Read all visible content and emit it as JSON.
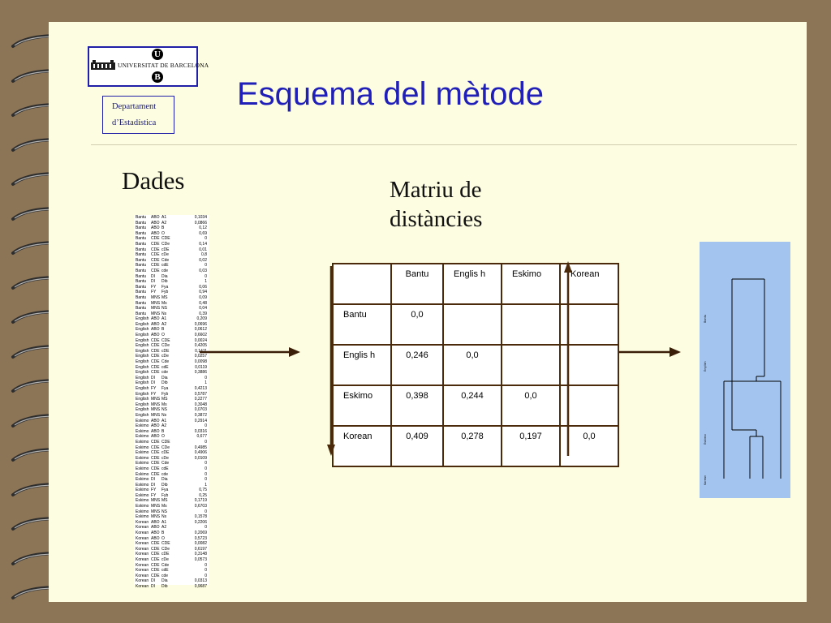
{
  "header": {
    "logo": {
      "university_name": "UNIVERSITAT DE BARCELONA",
      "letter_top": "U",
      "letter_bottom": "B"
    },
    "department": {
      "line1": "Departament",
      "line2": "d’Estadística"
    },
    "title": "Esquema del mètode"
  },
  "colors": {
    "background": "#8c7457",
    "paper": "#fdfde1",
    "title": "#2020b8",
    "dendrogram_panel": "#a3c4ee"
  },
  "data_section": {
    "heading": "Dades",
    "rows": [
      [
        "Bantu",
        "ABO",
        "A1",
        "0,1034"
      ],
      [
        "Bantu",
        "ABO",
        "A2",
        "0,0866"
      ],
      [
        "Bantu",
        "ABO",
        "B",
        "0,12"
      ],
      [
        "Bantu",
        "ABO",
        "O",
        "0,69"
      ],
      [
        "Bantu",
        "CDE",
        "CDE",
        "0"
      ],
      [
        "Bantu",
        "CDE",
        "CDe",
        "0,14"
      ],
      [
        "Bantu",
        "CDE",
        "cDE",
        "0,01"
      ],
      [
        "Bantu",
        "CDE",
        "cDe",
        "0,8"
      ],
      [
        "Bantu",
        "CDE",
        "Cde",
        "0,02"
      ],
      [
        "Bantu",
        "CDE",
        "cdE",
        "0"
      ],
      [
        "Bantu",
        "CDE",
        "cde",
        "0,03"
      ],
      [
        "Bantu",
        "DI",
        "Dia",
        "0"
      ],
      [
        "Bantu",
        "DI",
        "Dib",
        "1"
      ],
      [
        "Bantu",
        "FY",
        "Fya",
        "0,06"
      ],
      [
        "Bantu",
        "FY",
        "Fyb",
        "0,94"
      ],
      [
        "Bantu",
        "MNS",
        "MS",
        "0,09"
      ],
      [
        "Bantu",
        "MNS",
        "Ms",
        "0,48"
      ],
      [
        "Bantu",
        "MNS",
        "NS",
        "0,04"
      ],
      [
        "Bantu",
        "MNS",
        "Ns",
        "0,39"
      ],
      [
        "English",
        "ABO",
        "A1",
        "0,209"
      ],
      [
        "English",
        "ABO",
        "A2",
        "0,0696"
      ],
      [
        "English",
        "ABO",
        "B",
        "0,0612"
      ],
      [
        "English",
        "ABO",
        "O",
        "0,6602"
      ],
      [
        "English",
        "CDE",
        "CDE",
        "0,0024"
      ],
      [
        "English",
        "CDE",
        "CDe",
        "0,4205"
      ],
      [
        "English",
        "CDE",
        "cDE",
        "0,1411"
      ],
      [
        "English",
        "CDE",
        "cDe",
        "0,0257"
      ],
      [
        "English",
        "CDE",
        "Cde",
        "0,0098"
      ],
      [
        "English",
        "CDE",
        "cdE",
        "0,0119"
      ],
      [
        "English",
        "CDE",
        "cde",
        "0,3886"
      ],
      [
        "English",
        "DI",
        "Dia",
        "0"
      ],
      [
        "English",
        "DI",
        "Dib",
        "1"
      ],
      [
        "English",
        "FY",
        "Fya",
        "0,4213"
      ],
      [
        "English",
        "FY",
        "Fyb",
        "0,5787"
      ],
      [
        "English",
        "MNS",
        "MS",
        "0,2277"
      ],
      [
        "English",
        "MNS",
        "Ms",
        "0,3048"
      ],
      [
        "English",
        "MNS",
        "NS",
        "0,0703"
      ],
      [
        "English",
        "MNS",
        "Ns",
        "0,3872"
      ],
      [
        "Eskimo",
        "ABO",
        "A1",
        "0,2914"
      ],
      [
        "Eskimo",
        "ABO",
        "A2",
        "0"
      ],
      [
        "Eskimo",
        "ABO",
        "B",
        "0,0316"
      ],
      [
        "Eskimo",
        "ABO",
        "O",
        "0,677"
      ],
      [
        "Eskimo",
        "CDE",
        "CDE",
        "0"
      ],
      [
        "Eskimo",
        "CDE",
        "CDe",
        "0,4985"
      ],
      [
        "Eskimo",
        "CDE",
        "cDE",
        "0,4906"
      ],
      [
        "Eskimo",
        "CDE",
        "cDe",
        "0,0109"
      ],
      [
        "Eskimo",
        "CDE",
        "Cde",
        "0"
      ],
      [
        "Eskimo",
        "CDE",
        "cdE",
        "0"
      ],
      [
        "Eskimo",
        "CDE",
        "cde",
        "0"
      ],
      [
        "Eskimo",
        "DI",
        "Dia",
        "0"
      ],
      [
        "Eskimo",
        "DI",
        "Dib",
        "1"
      ],
      [
        "Eskimo",
        "FY",
        "Fya",
        "0,75"
      ],
      [
        "Eskimo",
        "FY",
        "Fyb",
        "0,25"
      ],
      [
        "Eskimo",
        "MNS",
        "MS",
        "0,1719"
      ],
      [
        "Eskimo",
        "MNS",
        "Ms",
        "0,6703"
      ],
      [
        "Eskimo",
        "MNS",
        "NS",
        "0"
      ],
      [
        "Eskimo",
        "MNS",
        "Ns",
        "0,1578"
      ],
      [
        "Korean",
        "ABO",
        "A1",
        "0,2206"
      ],
      [
        "Korean",
        "ABO",
        "A2",
        "0"
      ],
      [
        "Korean",
        "ABO",
        "B",
        "0,2069"
      ],
      [
        "Korean",
        "ABO",
        "O",
        "0,5723"
      ],
      [
        "Korean",
        "CDE",
        "CDE",
        "0,0082"
      ],
      [
        "Korean",
        "CDE",
        "CDe",
        "0,6197"
      ],
      [
        "Korean",
        "CDE",
        "cDE",
        "0,3148"
      ],
      [
        "Korean",
        "CDE",
        "cDe",
        "0,0573"
      ],
      [
        "Korean",
        "CDE",
        "Cde",
        "0"
      ],
      [
        "Korean",
        "CDE",
        "cdE",
        "0"
      ],
      [
        "Korean",
        "CDE",
        "cde",
        "0"
      ],
      [
        "Korean",
        "DI",
        "Dia",
        "0,0313"
      ],
      [
        "Korean",
        "DI",
        "Dib",
        "0,9687"
      ]
    ]
  },
  "matrix_section": {
    "heading_line1": "Matriu de",
    "heading_line2": "distàncies",
    "columns": [
      "",
      "Bantu",
      "Englis h",
      "Eskimo",
      "Korean"
    ],
    "rows": [
      {
        "label": "Bantu",
        "values": [
          "0,0",
          "",
          "",
          ""
        ]
      },
      {
        "label": "Englis h",
        "values": [
          "0,246",
          "0,0",
          "",
          ""
        ]
      },
      {
        "label": "Eskimo",
        "values": [
          "0,398",
          "0,244",
          "0,0",
          ""
        ]
      },
      {
        "label": "Korean",
        "values": [
          "0,409",
          "0,278",
          "0,197",
          "0,0"
        ]
      }
    ]
  },
  "dendrogram": {
    "leaves": [
      "Bantu",
      "English",
      "Eskimo",
      "Korean"
    ]
  }
}
